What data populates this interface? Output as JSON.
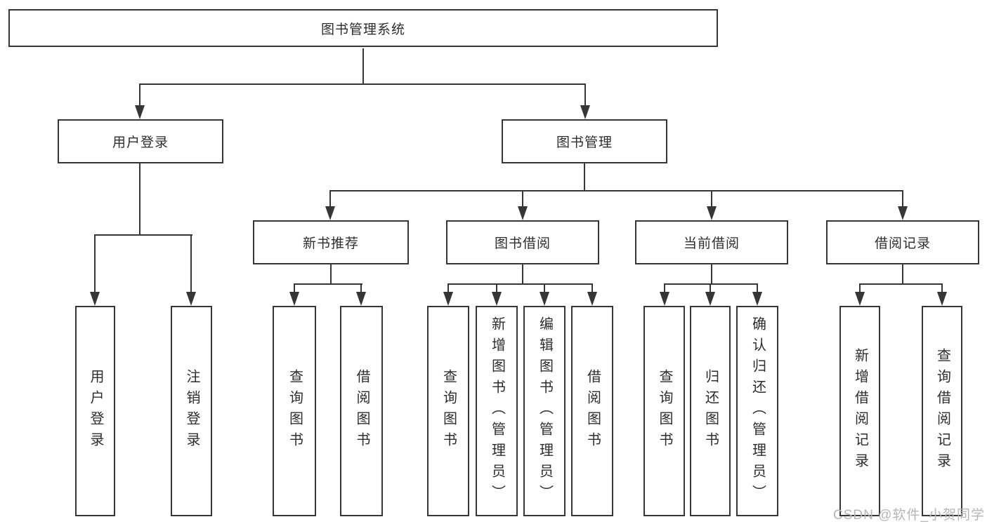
{
  "tree": {
    "root": "图书管理系统",
    "branches": [
      {
        "label": "用户登录",
        "children": [
          "用户登录",
          "注销登录"
        ]
      },
      {
        "label": "图书管理",
        "children": [
          {
            "label": "新书推荐",
            "children": [
              "查询图书",
              "借阅图书"
            ]
          },
          {
            "label": "图书借阅",
            "children": [
              "查询图书",
              "新增图书（管理员）",
              "编辑图书（管理员）",
              "借阅图书"
            ]
          },
          {
            "label": "当前借阅",
            "children": [
              "查询图书",
              "归还图书",
              "确认归还（管理员）"
            ]
          },
          {
            "label": "借阅记录",
            "children": [
              "新增借阅记录",
              "查询借阅记录"
            ]
          }
        ]
      }
    ]
  },
  "watermark": {
    "text": "CSDN @软件_小贺同学",
    "color": "#b6b6b6"
  },
  "colors": {
    "line": "#363636",
    "box_border": "#363636",
    "box_bg": "#ffffff",
    "text": "#2d2d2d",
    "background": "#ffffff"
  }
}
